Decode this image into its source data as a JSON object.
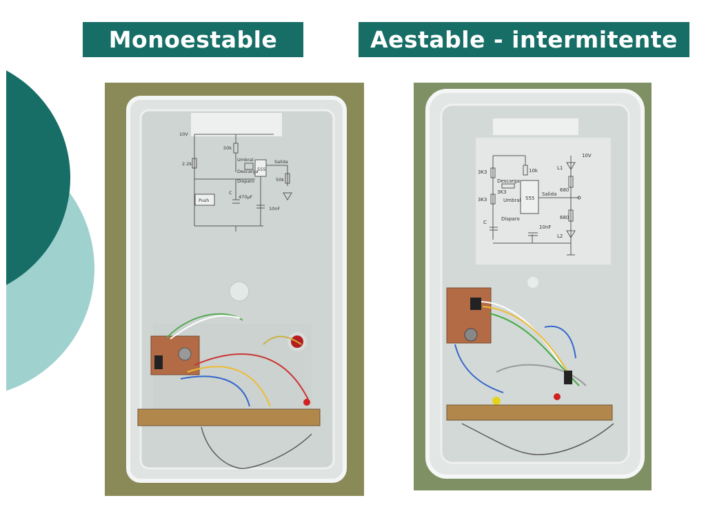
{
  "slide": {
    "titles": {
      "left": "Monoestable",
      "right": "Aestable - intermitente"
    },
    "colors": {
      "accent_dark": "#166e66",
      "accent_light": "#9fd1cf",
      "background": "#ffffff"
    }
  },
  "left_photo": {
    "schematic": {
      "supply": "10V",
      "r1": "2.2k",
      "r2": "50k",
      "r3": "50k",
      "threshold": "Umbral",
      "discharge": "Descarga",
      "trigger": "Disparo",
      "ic": "555",
      "output": "Salida",
      "button": "Push",
      "cap_label": "C",
      "cap_value": "470µF",
      "cap_small": "10nF"
    }
  },
  "right_photo": {
    "schematic": {
      "supply": "10V",
      "r1": "3K3",
      "r2": "3K3",
      "r3": "3K3",
      "r4": "10k",
      "r5": "680",
      "r6": "680",
      "discharge": "Descarga",
      "threshold": "Umbral",
      "trigger": "Disparo",
      "ic": "555",
      "output": "Salida",
      "led1": "L1",
      "led2": "L2",
      "cap_label": "C",
      "cap_small": "10nF"
    }
  }
}
